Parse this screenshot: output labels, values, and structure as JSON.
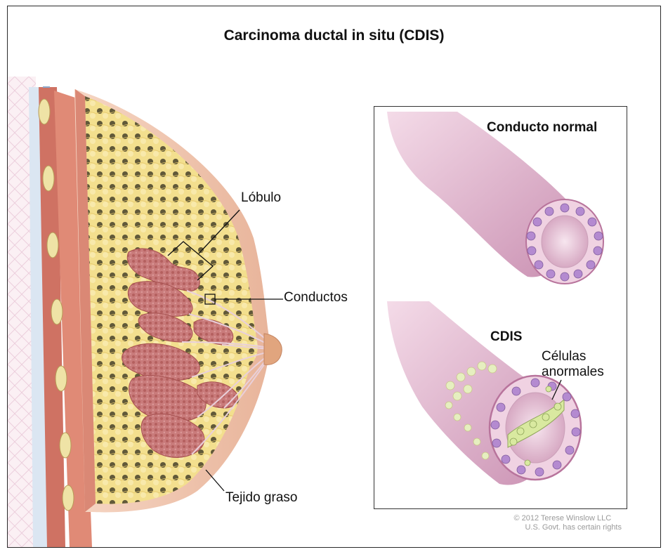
{
  "title": "Carcinoma ductal in situ (CDIS)",
  "labels": {
    "lobule": "Lóbulo",
    "ducts": "Conductos",
    "fat": "Tejido graso",
    "normal_duct": "Conducto normal",
    "dcis": "CDIS",
    "abnormal_cells_line1": "Células",
    "abnormal_cells_line2": "anormales"
  },
  "credit": {
    "line1": "© 2012 Terese Winslow LLC",
    "line2": "U.S. Govt. has certain rights"
  },
  "colors": {
    "fat_yellow": "#f2dc8a",
    "lobule_pink": "#c97b7b",
    "skin": "#f0c9b0",
    "muscle": "#c9685a",
    "duct_wall": "#d9a7c4",
    "cell_nucleus": "#b48ad0",
    "abnormal_cell": "#d9e9a0"
  }
}
